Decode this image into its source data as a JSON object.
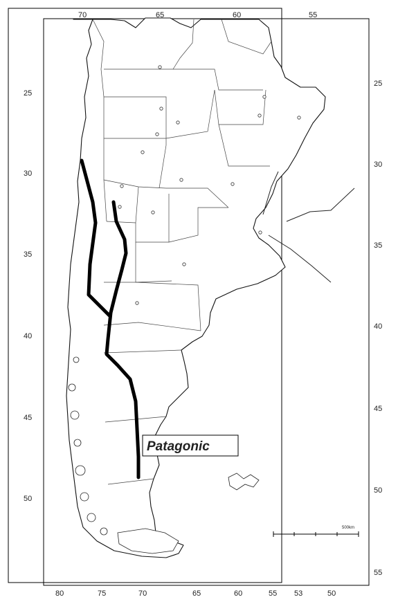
{
  "map": {
    "region_label": "Patagonic",
    "scale_label": "500km",
    "top_ticks": [
      "70",
      "65",
      "60",
      "55"
    ],
    "left_ticks": [
      "25",
      "30",
      "35",
      "40",
      "45",
      "50"
    ],
    "right_ticks": [
      "25",
      "30",
      "35",
      "40",
      "45",
      "50",
      "55"
    ],
    "bottom_ticks": [
      "80",
      "75",
      "70",
      "65",
      "60",
      "55",
      "50"
    ],
    "route_count": 2,
    "colors": {
      "line": "#000000",
      "background": "#ffffff"
    }
  }
}
